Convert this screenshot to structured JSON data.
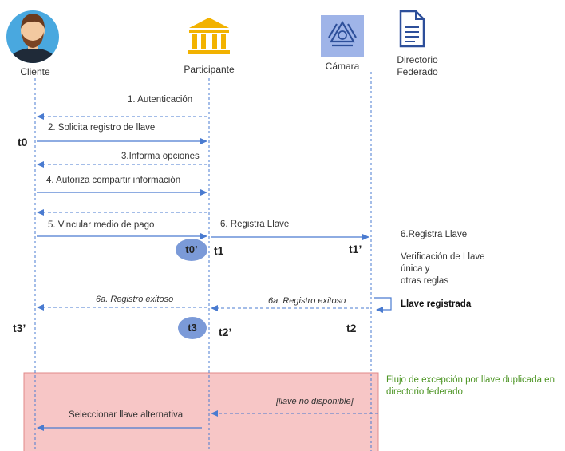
{
  "actors": {
    "cliente": "Cliente",
    "participante": "Participante",
    "camara": "Cámara",
    "directorio_line1": "Directorio",
    "directorio_line2": "Federado"
  },
  "messages": {
    "m1": "1. Autenticación",
    "m2": "2. Solicita registro de llave",
    "m3": "3.Informa opciones",
    "m4": "4. Autoriza compartir información",
    "m5": "5. Vincular medio de pago",
    "m6": "6. Registra Llave",
    "m6a_left": "6a. Registro exitoso",
    "m6a_right": "6a. Registro exitoso",
    "m_nodisp": "[llave no disponible]",
    "m_alt": "Seleccionar llave alternativa"
  },
  "times": {
    "t0": "t0",
    "t0p": "t0’",
    "t1": "t1",
    "t1p": "t1’",
    "t3p": "t3’",
    "t3": "t3",
    "t2p": "t2’",
    "t2": "t2"
  },
  "notes": {
    "registra": "6.Registra Llave",
    "verif1": "Verificación de Llave",
    "verif2": "única y",
    "verif3": "otras reglas",
    "llave_registrada": "Llave registrada",
    "exception": "Flujo de excepción por llave duplicada en directorio federado"
  },
  "colors": {
    "arrow": "#4a7bd0",
    "lifeline": "#4a7bd0",
    "badge": "#7b9ad8",
    "exception_bg": "#f7c6c6",
    "exception_border": "#e08888",
    "exception_note": "#4b9422",
    "bank_icon": "#f2b200",
    "camara_icon_bg": "#9fb4e8"
  },
  "icons": {
    "cliente": "person-avatar-icon",
    "participante": "bank-icon",
    "camara": "recycle-icon",
    "directorio": "document-icon"
  }
}
